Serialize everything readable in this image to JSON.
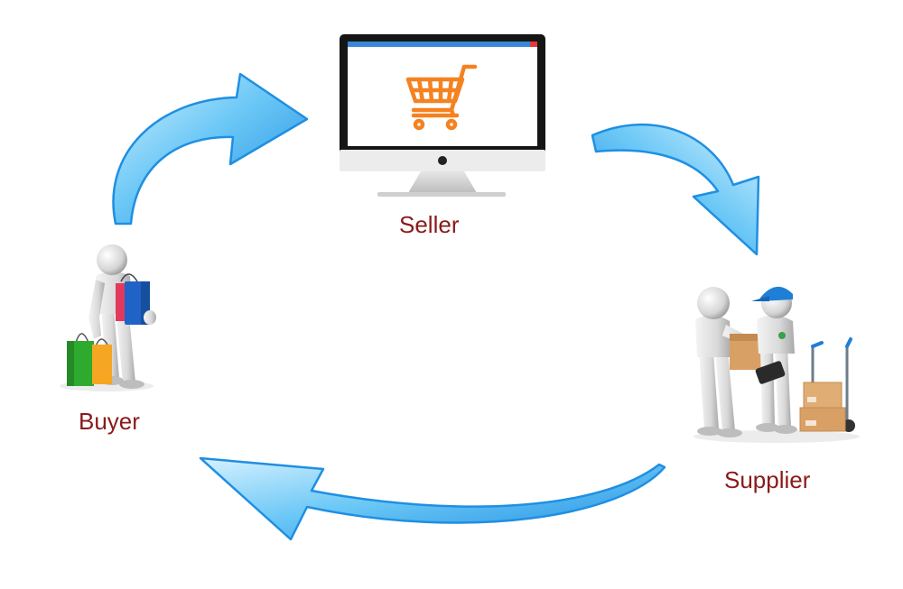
{
  "nodes": {
    "seller": {
      "label": "Seller",
      "icon": "computer-cart-icon"
    },
    "buyer": {
      "label": "Buyer",
      "icon": "shopper-figure-icon"
    },
    "supplier": {
      "label": "Supplier",
      "icon": "delivery-figures-icon"
    }
  },
  "flow": [
    {
      "from": "buyer",
      "to": "seller"
    },
    {
      "from": "seller",
      "to": "supplier"
    },
    {
      "from": "supplier",
      "to": "buyer"
    }
  ],
  "colors": {
    "arrow_light": "#cdeeff",
    "arrow_mid": "#5ec3f5",
    "arrow_dark": "#1e8ee0",
    "label": "#8b1a1a",
    "cart": "#f58220",
    "monitor": "#151515"
  }
}
